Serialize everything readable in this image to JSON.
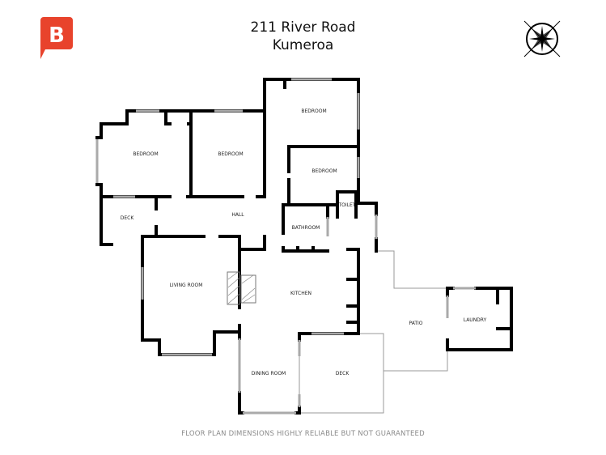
{
  "header": {
    "line1": "211 River Road",
    "line2": "Kumeroa"
  },
  "logo": {
    "icon": "brand-b-logo",
    "letter": "B",
    "color": "#e8432c"
  },
  "compass": {
    "icon": "compass-rose-icon"
  },
  "rooms": {
    "bedroom_left": "BEDROOM",
    "bedroom_middle": "BEDROOM",
    "bedroom_top_right": "BEDROOM",
    "bedroom_right": "BEDROOM",
    "toilet": "TOILET",
    "deck_left": "DECK",
    "hall": "HALL",
    "bathroom": "BATHROOM",
    "living_room": "LIVING ROOM",
    "kitchen": "KITCHEN",
    "patio": "PATIO",
    "laundry": "LAUNDRY",
    "dining_room": "DINING ROOM",
    "deck_bottom": "DECK"
  },
  "footer": "FLOOR PLAN DIMENSIONS HIGHLY RELIABLE BUT NOT GUARANTEED"
}
